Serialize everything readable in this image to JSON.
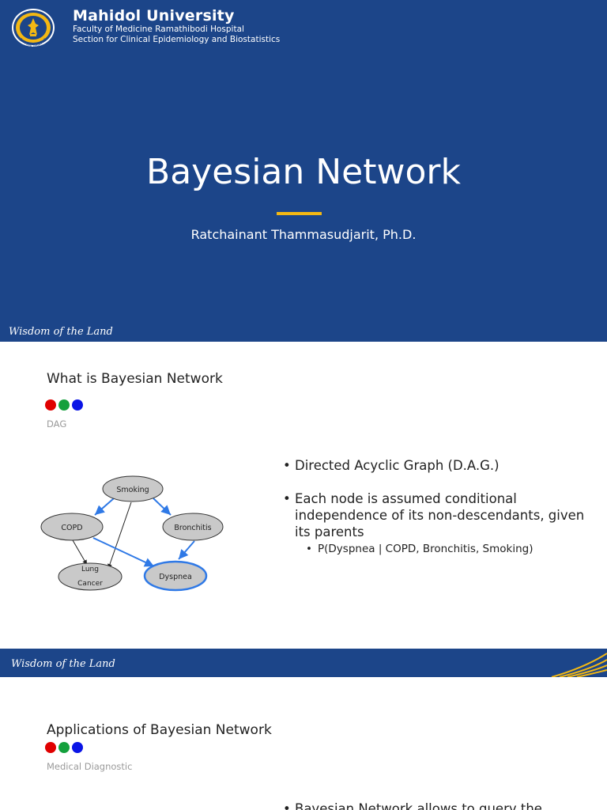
{
  "slide1": {
    "university": "Mahidol University",
    "faculty": "Faculty of Medicine Ramathibodi Hospital",
    "section": "Section for Clinical Epidemiology and Biostatistics",
    "title": "Bayesian Network",
    "author": "Ratchainant Thammasudjarit, Ph.D.",
    "signature": "Wisdom of the Land",
    "logo_text": "มหาวิทยาลัยมหิดล",
    "colors": {
      "background": "#1c4589",
      "accent_rule": "#f3b813"
    }
  },
  "slide2": {
    "title": "What is Bayesian Network",
    "dots": [
      "#e00000",
      "#14a03c",
      "#0a14e6"
    ],
    "subtitle": "DAG",
    "diagram": {
      "nodes": {
        "smoking": "Smoking",
        "copd": "COPD",
        "bronchitis": "Bronchitis",
        "lung_line1": "Lung",
        "lung_line2": "Cancer",
        "dyspnea": "Dyspnea"
      }
    },
    "bullets": [
      {
        "text": "Directed Acyclic Graph (D.A.G.)"
      },
      {
        "text": "Each node is assumed conditional independence of its non-descendants, given its parents",
        "sub": [
          "P(Dyspnea | COPD, Bronchitis, Smoking)"
        ]
      }
    ]
  },
  "band": {
    "signature": "Wisdom of the Land"
  },
  "slide3": {
    "title": "Applications of Bayesian Network",
    "dots": [
      "#e00000",
      "#14a03c",
      "#0a14e6"
    ],
    "subtitle": "Medical Diagnostic",
    "bullets": [
      {
        "text": "Bayesian Network allows to query the"
      }
    ]
  }
}
